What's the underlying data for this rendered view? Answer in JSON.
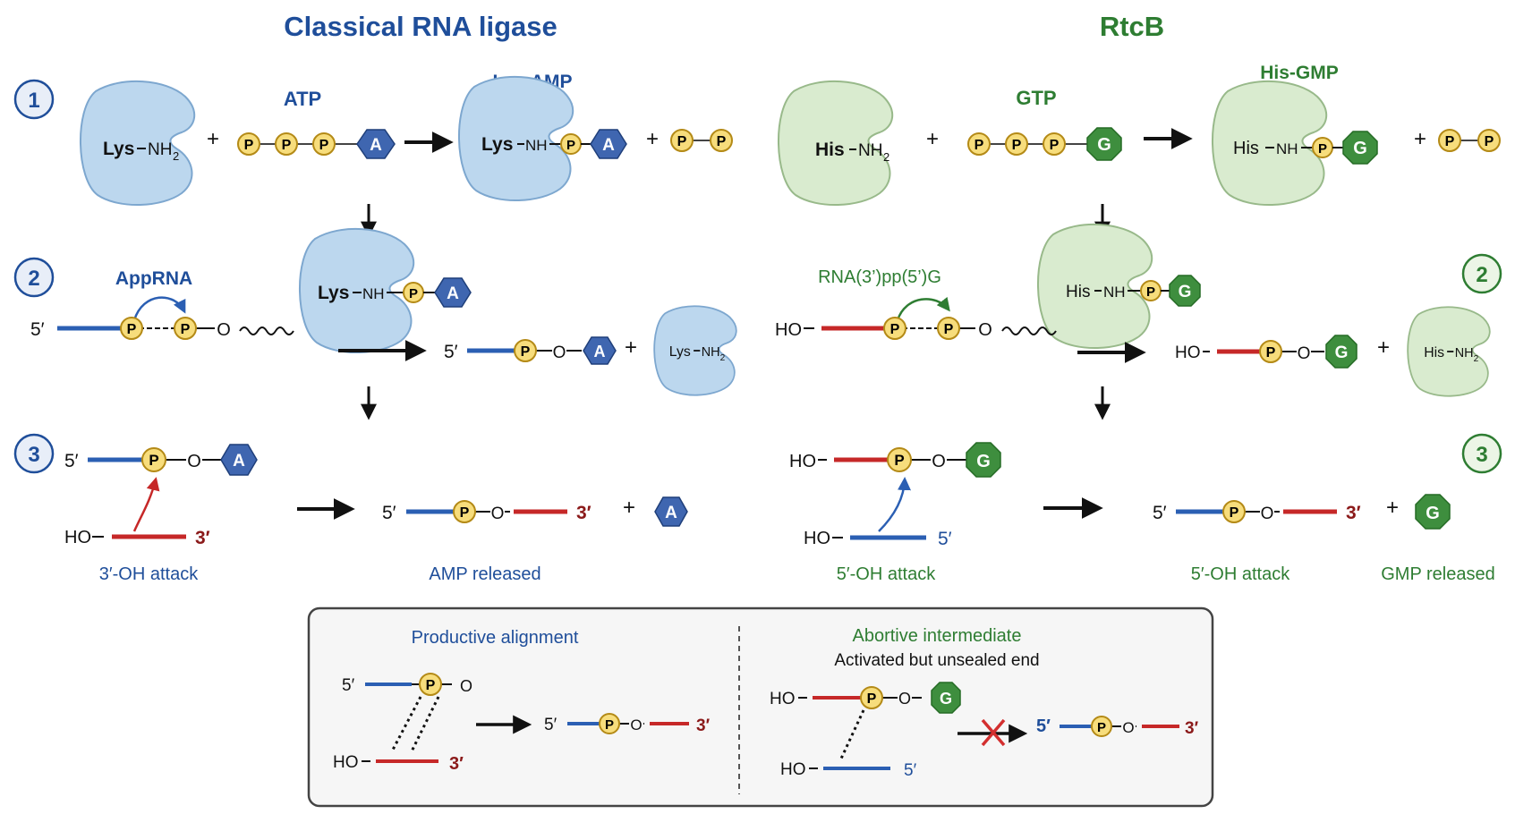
{
  "titles": {
    "left": "Classical RNA ligase",
    "right": "RtcB"
  },
  "colors": {
    "blue_title": "#1f4e9a",
    "green_title": "#2e7d32",
    "blue_strand": "#2b5fb3",
    "red_strand": "#c62828",
    "enzyme_blue": "#bcd7ee",
    "enzyme_blue_stroke": "#7da7cf",
    "enzyme_green": "#d9ebcf",
    "enzyme_green_stroke": "#98b98a",
    "phosphate_fill": "#f7dd7c",
    "phosphate_stroke": "#b48a16",
    "adenine": "#3f66b0",
    "guanine": "#3e8e3e",
    "x_mark": "#d32f2f"
  },
  "steps": {
    "one": "1",
    "two": "2",
    "three": "3"
  },
  "tokens": {
    "P": "P",
    "A": "A",
    "G": "G",
    "O": "O",
    "plus": "+",
    "HO": "HO",
    "five_prime": "5′",
    "three_prime": "3′",
    "NH": "NH",
    "NH2": "NH",
    "sub2": "2",
    "Lys": "Lys",
    "His": "His"
  },
  "left": {
    "atp": "ATP",
    "lys_amp": "Lys-AMP",
    "apprna": "AppRNA",
    "label_3oh": "3′-OH attack",
    "amp_released": "AMP released"
  },
  "right": {
    "gtp": "GTP",
    "his_gmp": "His-GMP",
    "rna_ppg": "RNA(3’)pp(5’)G",
    "label_5oh": "5′-OH attack",
    "label_5oh_product": "5′-OH attack",
    "gmp_released": "GMP released"
  },
  "inset": {
    "productive": "Productive alignment",
    "abortive": "Abortive intermediate",
    "abortive_sub": "Activated but unsealed end"
  }
}
